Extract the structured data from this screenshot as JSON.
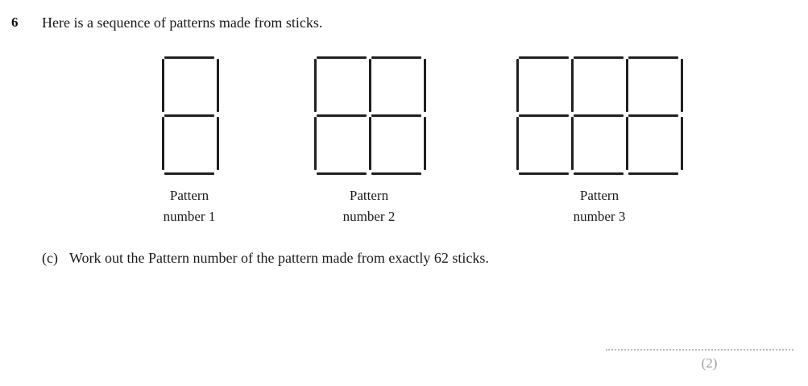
{
  "question": {
    "number": "6",
    "stem": "Here is a sequence of patterns made from sticks."
  },
  "figure": {
    "patterns": [
      {
        "name": "pattern-1",
        "label_line1": "Pattern",
        "label_line2": "number 1",
        "columns": 1,
        "rows": 2,
        "sticks_total": 7
      },
      {
        "name": "pattern-2",
        "label_line1": "Pattern",
        "label_line2": "number 2",
        "columns": 2,
        "rows": 2,
        "sticks_total": 12
      },
      {
        "name": "pattern-3",
        "label_line1": "Pattern",
        "label_line2": "number 3",
        "columns": 3,
        "rows": 2,
        "sticks_total": 17
      }
    ],
    "stick_color": "#231f20"
  },
  "parts": [
    {
      "letter": "(c)",
      "text": "Work out the Pattern number of the pattern made from exactly 62 sticks.",
      "marks": "(2)"
    }
  ],
  "answer_line": {
    "dots_color": "#b9b9b9",
    "marks_color": "#9d9d9d"
  }
}
